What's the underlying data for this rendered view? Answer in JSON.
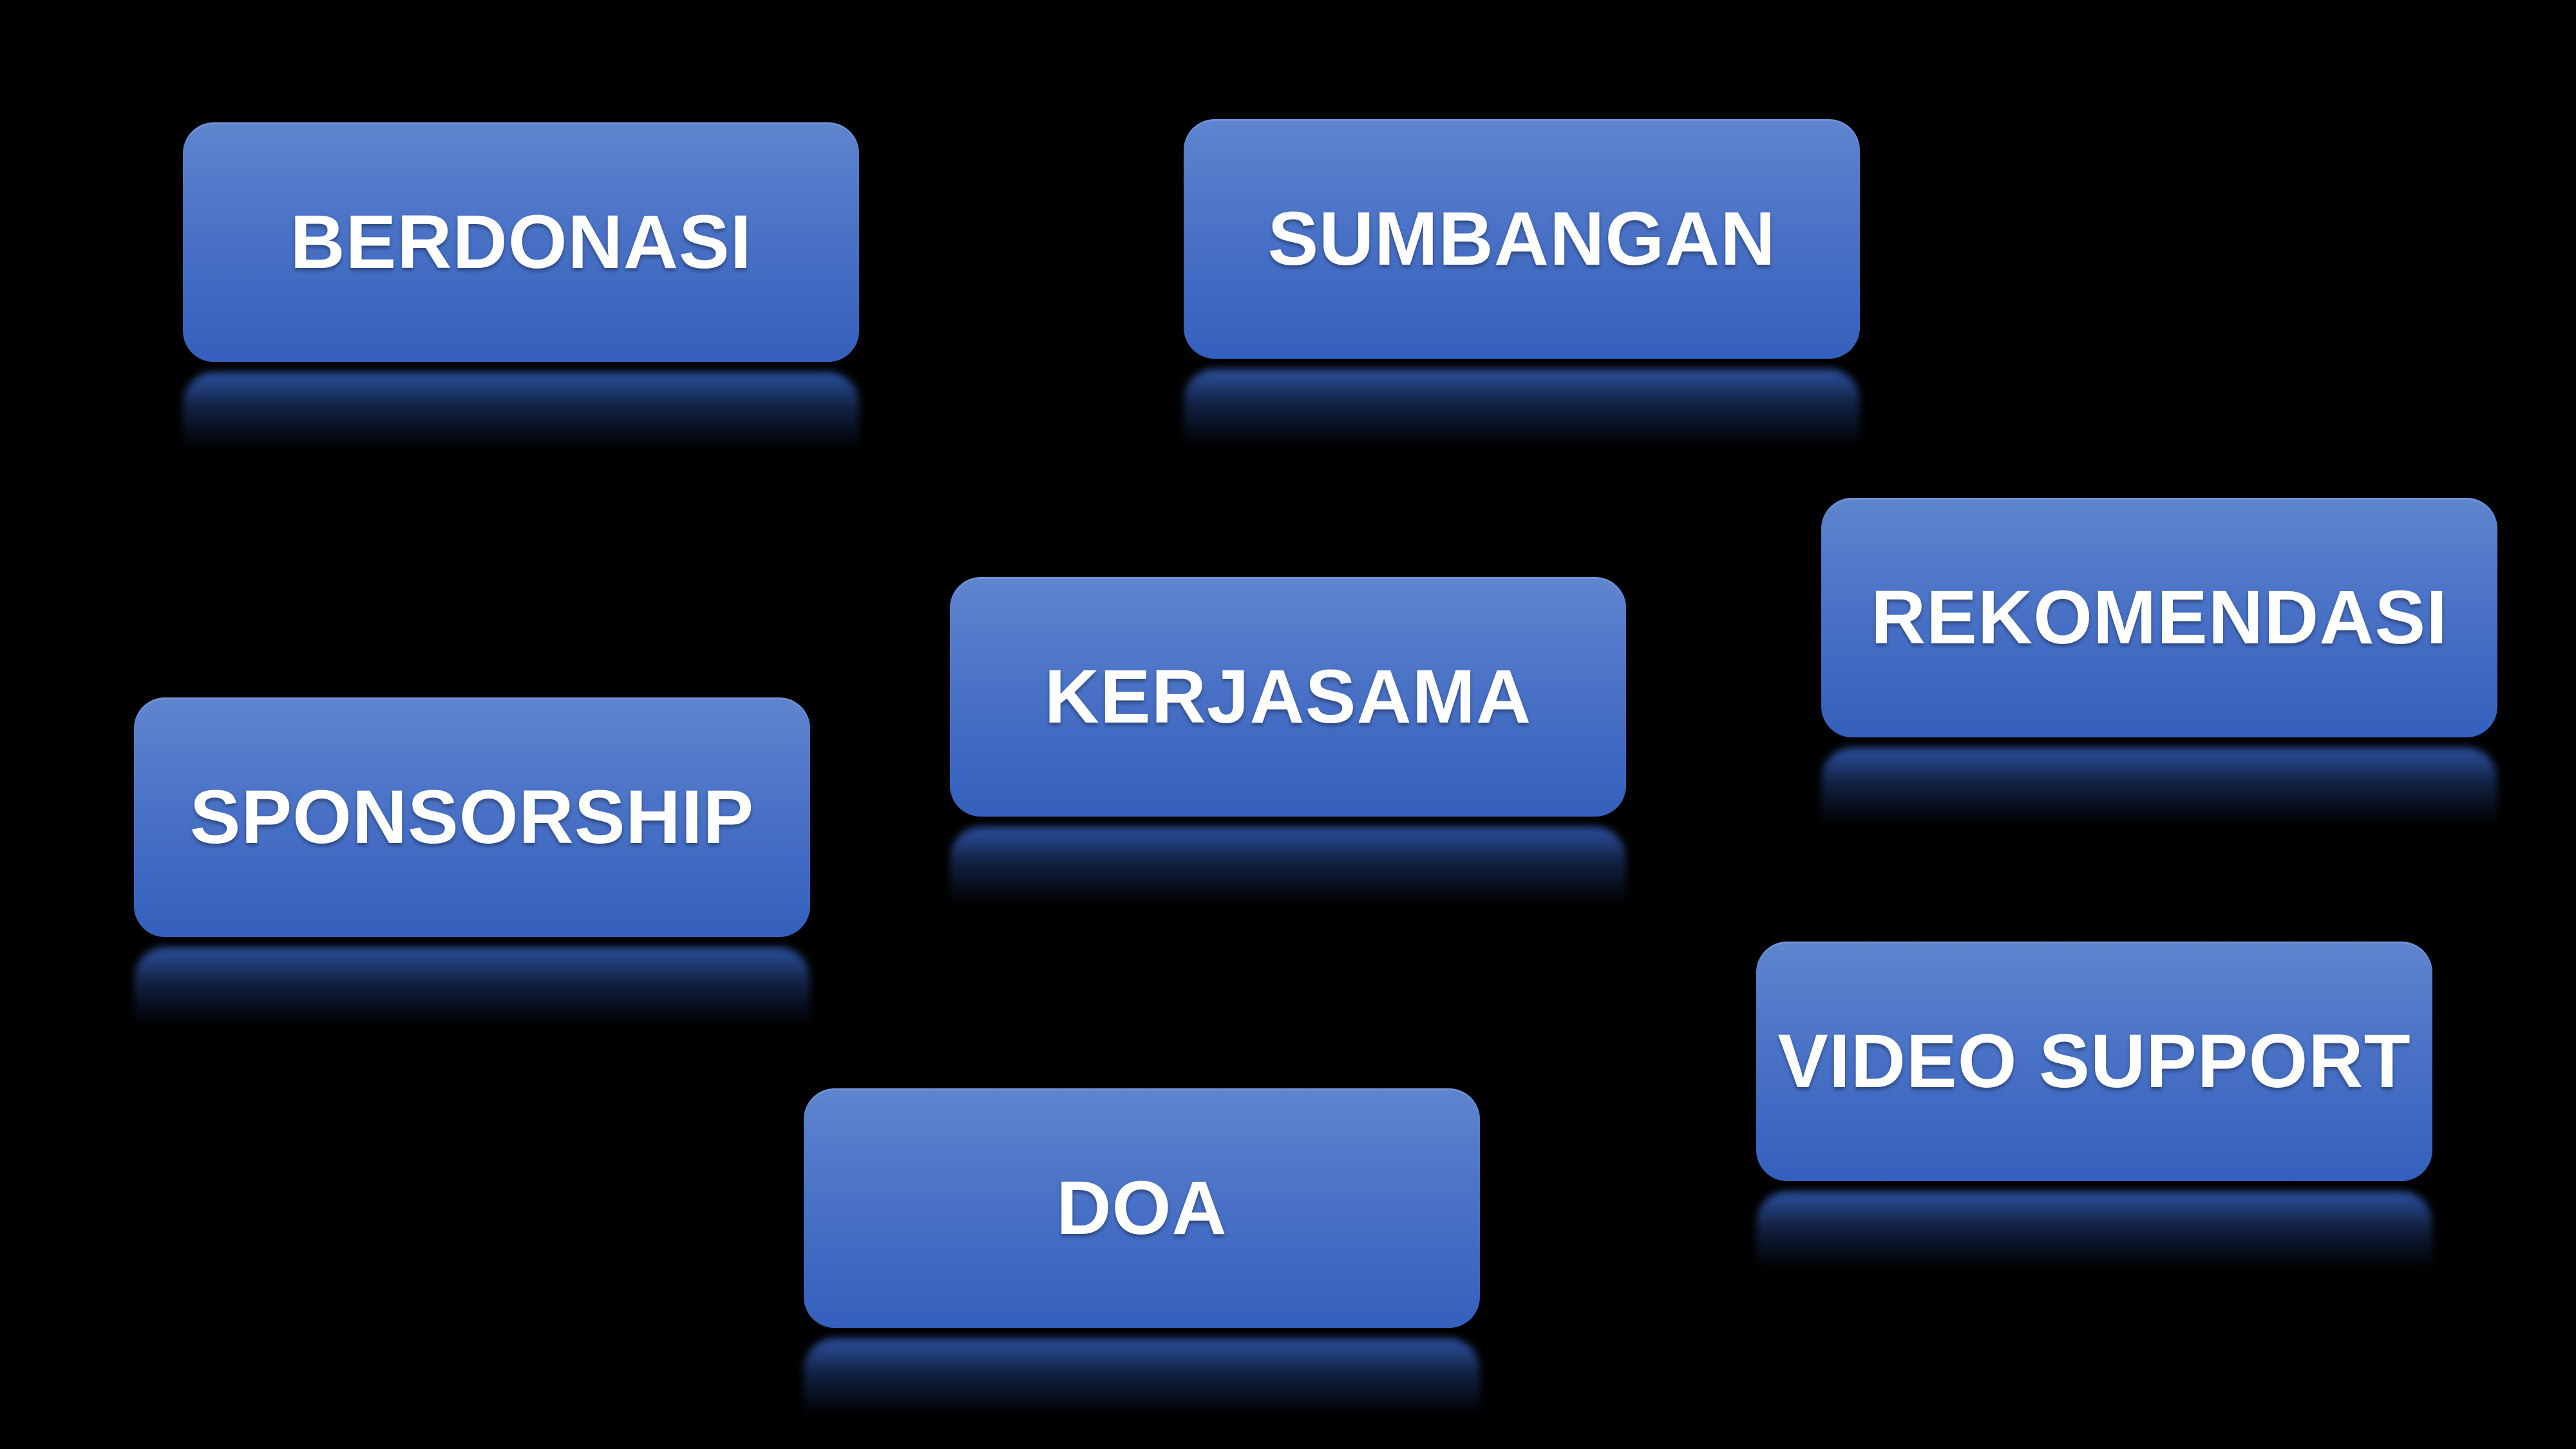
{
  "buttons": [
    {
      "label": "BERDONASI"
    },
    {
      "label": "SUMBANGAN"
    },
    {
      "label": "REKOMENDASI"
    },
    {
      "label": "KERJASAMA"
    },
    {
      "label": "SPONSORSHIP"
    },
    {
      "label": "VIDEO SUPPORT"
    },
    {
      "label": "DOA"
    }
  ],
  "colors": {
    "background": "#000000",
    "button_top": "#5f85cf",
    "button_bottom": "#3460bd",
    "text": "#ffffff"
  }
}
